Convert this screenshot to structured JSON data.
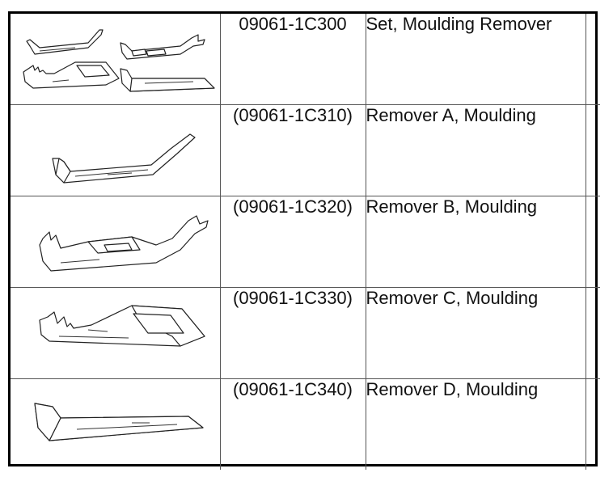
{
  "parts": [
    {
      "number": "09061-1C300",
      "name": "Set, Moulding Remover",
      "illustration": "moulding-remover-set-icon"
    },
    {
      "number": "(09061-1C310)",
      "name": "Remover A, Moulding",
      "illustration": "remover-a-icon"
    },
    {
      "number": "(09061-1C320)",
      "name": "Remover B, Moulding",
      "illustration": "remover-b-icon"
    },
    {
      "number": "(09061-1C330)",
      "name": "Remover C, Moulding",
      "illustration": "remover-c-icon"
    },
    {
      "number": "(09061-1C340)",
      "name": "Remover D, Moulding",
      "illustration": "remover-d-icon"
    }
  ]
}
